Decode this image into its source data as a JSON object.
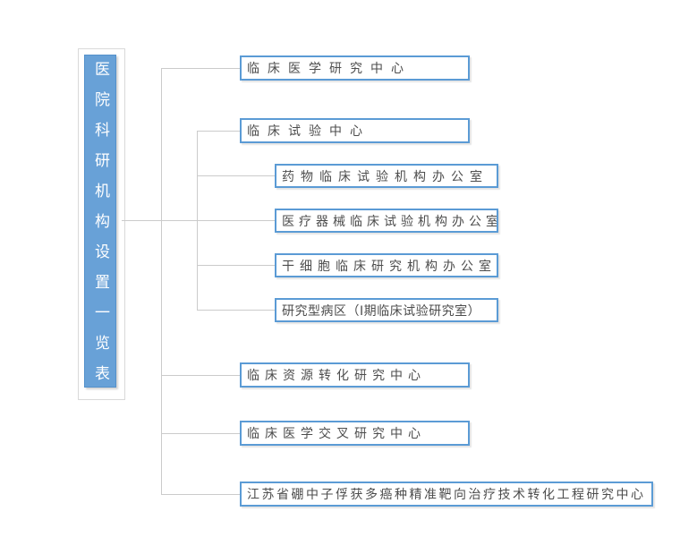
{
  "diagram": {
    "title": "医院科研机构设置一览表",
    "org": {
      "root": {
        "label": "医院科研机构设置一览表"
      },
      "branches": [
        {
          "label": "临床医学研究中心",
          "children": []
        },
        {
          "label": "临床试验中心",
          "children": [
            {
              "label": "药物临床试验机构办公室"
            },
            {
              "label": "医疗器械临床试验机构办公室"
            },
            {
              "label": "干细胞临床研究机构办公室"
            },
            {
              "label": "研究型病区（Ⅰ期临床试验研究室）"
            }
          ]
        },
        {
          "label": "临床资源转化研究中心",
          "children": []
        },
        {
          "label": "临床医学交叉研究中心",
          "children": []
        },
        {
          "label": "江苏省硼中子俘获多癌种精准靶向治疗技术转化工程研究中心",
          "children": []
        }
      ]
    },
    "colors": {
      "node_border_blue": "#5b9bd5",
      "title_fill_blue": "#68a1d7",
      "connector_gray": "#cbcbcb",
      "text_gray": "#4d4d4d",
      "title_text": "#ffffff"
    }
  }
}
